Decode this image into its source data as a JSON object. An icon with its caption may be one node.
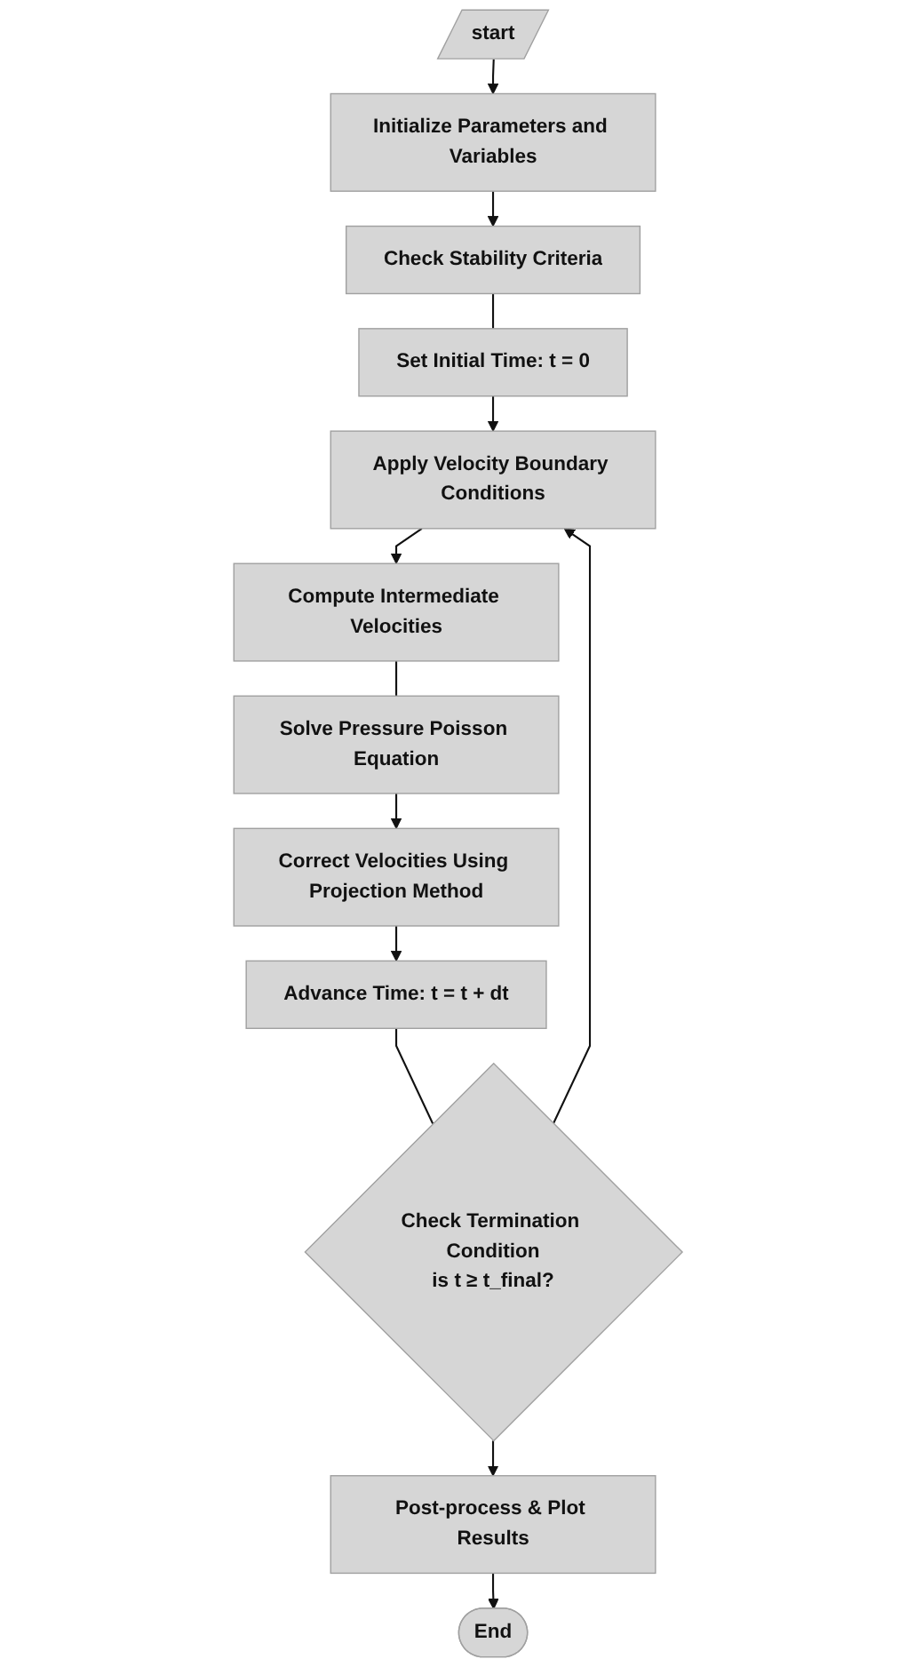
{
  "diagram": {
    "nodes": [
      {
        "text": [
          "start"
        ]
      },
      {
        "text": [
          "Initialize Parameters and Variables"
        ]
      },
      {
        "text": [
          "Check Stability Criteria"
        ]
      },
      {
        "text": [
          "Set Initial Time: t = 0"
        ]
      },
      {
        "text": [
          "Apply Velocity Boundary Conditions"
        ]
      },
      {
        "text": [
          "Compute Intermediate Velocities"
        ]
      },
      {
        "text": [
          "Solve Pressure Poisson Equation"
        ]
      },
      {
        "text": [
          "Correct Velocities Using Projection Method"
        ]
      },
      {
        "text": [
          "Advance Time: t = t + dt"
        ]
      },
      {
        "text": [
          "Check Termination Condition",
          "is t ≥ t_final?"
        ]
      },
      {
        "text": [
          "Post-process & Plot Results"
        ]
      },
      {
        "text": [
          "End"
        ]
      }
    ],
    "edges": [
      {
        "from": 0,
        "to": 1,
        "arrow": "to"
      },
      {
        "from": 1,
        "to": 2,
        "arrow": "to"
      },
      {
        "from": 2,
        "to": 3,
        "arrow": "none"
      },
      {
        "from": 3,
        "to": 4,
        "arrow": "to"
      },
      {
        "from": 9,
        "to": 4,
        "arrow": "to"
      },
      {
        "from": 4,
        "to": 5,
        "arrow": "to"
      },
      {
        "from": 5,
        "to": 6,
        "arrow": "none"
      },
      {
        "from": 6,
        "to": 7,
        "arrow": "to"
      },
      {
        "from": 7,
        "to": 8,
        "arrow": "to"
      },
      {
        "from": 8,
        "to": 9,
        "arrow": "none"
      },
      {
        "from": 9,
        "to": 10,
        "arrow": "to"
      },
      {
        "from": 10,
        "to": 11,
        "arrow": "to"
      }
    ]
  }
}
